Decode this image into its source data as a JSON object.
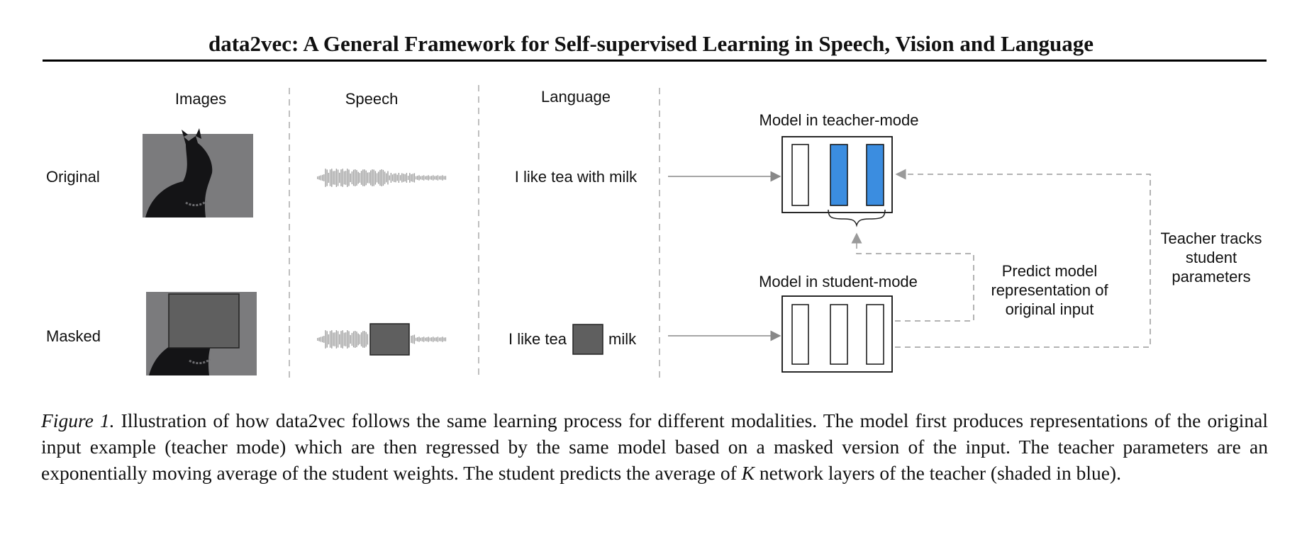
{
  "header": {
    "title": "data2vec: A General Framework for Self-supervised Learning in Speech, Vision and Language"
  },
  "figure": {
    "columns": {
      "images": "Images",
      "speech": "Speech",
      "language": "Language"
    },
    "rows": {
      "original": "Original",
      "masked": "Masked"
    },
    "language_examples": {
      "original": "I like tea with milk",
      "masked_before": "I like tea",
      "masked_after": "milk"
    },
    "teacher_model_label": "Model in teacher-mode",
    "student_model_label": "Model in student-mode",
    "predict_label": [
      "Predict model",
      "representation of",
      "original input"
    ],
    "tracks_label": [
      "Teacher tracks",
      "student",
      "parameters"
    ],
    "colors": {
      "highlight_blue": "#3b8de0",
      "mask_gray": "#5f5f5f",
      "dashed_gray": "#9a9a9a"
    }
  },
  "caption": {
    "figure_number": "Figure 1.",
    "text_part1": " Illustration of how data2vec follows the same learning process for different modalities. The model first produces representations of the original input example (teacher mode) which are then regressed by the same model based on a masked version of the input. The teacher parameters are an exponentially moving average of the student weights. The student predicts the average of ",
    "k_symbol": "K",
    "text_part2": " network layers of the teacher (shaded in blue)."
  }
}
